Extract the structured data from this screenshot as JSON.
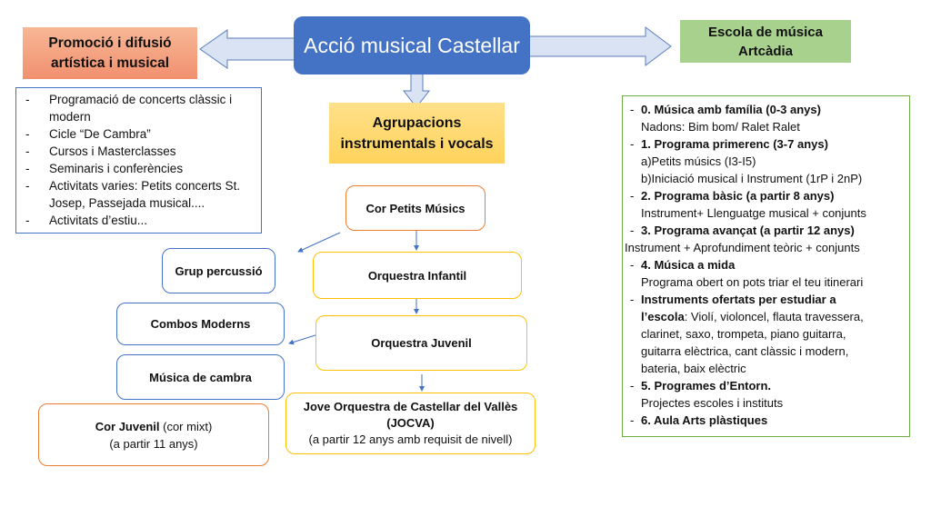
{
  "main": {
    "title": "Acció musical Castellar"
  },
  "promocio": {
    "title_line1": "Promoció i difusió",
    "title_line2": "artística i musical",
    "items": [
      "Programació de concerts clàssic i modern",
      "Cicle “De Cambra”",
      "Cursos i Masterclasses",
      "Seminaris i conferències",
      "Activitats varies: Petits concerts St. Josep, Passejada musical....",
      "Activitats d’estiu..."
    ]
  },
  "agrupacions": {
    "title_line1": "Agrupacions",
    "title_line2": "instrumentals i vocals",
    "nodes": {
      "cor_petits": "Cor Petits Músics",
      "percussio": "Grup percussió",
      "infantil": "Orquestra Infantil",
      "combos": "Combos Moderns",
      "juvenil": "Orquestra Juvenil",
      "cambra": "Música de cambra",
      "jove_line1": "Jove Orquestra de Castellar del Vallès",
      "jove_line2": "(JOCVA)",
      "jove_line3": "(a partir 12 anys amb requisit de nivell)",
      "cor_juvenil_line1": "Cor Juvenil",
      "cor_juvenil_line1b": " (cor mixt)",
      "cor_juvenil_line2": "(a partir 11 anys)"
    }
  },
  "escola": {
    "title_line1": "Escola de música",
    "title_line2": "Artcàdia",
    "items": [
      {
        "title": "0. Música amb família (0-3 anys)",
        "lines": [
          "Nadons: Bim bom/ Ralet Ralet"
        ]
      },
      {
        "title": "1. Programa primerenc (3-7 anys)",
        "lines": [
          "a)Petits músics (I3-I5)",
          "b)Iniciació musical i Instrument (1rP i 2nP)"
        ]
      },
      {
        "title": "2. Programa bàsic (a partir 8 anys)",
        "lines": [
          "Instrument+ Llenguatge musical + conjunts"
        ]
      },
      {
        "title": "3. Programa avançat (a partir 12 anys)",
        "lines": [
          "Instrument + Aprofundiment teòric + conjunts"
        ]
      },
      {
        "title": "4. Música a mida",
        "lines": [
          "Programa obert on pots triar el teu itinerari"
        ]
      },
      {
        "title": "Instruments ofertats per estudiar a",
        "title2": "l’escola",
        "rest": ": Violí, violoncel, flauta travessera,",
        "lines": [
          "clarinet, saxo, trompeta, piano guitarra,",
          "guitarra elèctrica, cant clàssic i modern,",
          "bateria, baix elèctric"
        ]
      },
      {
        "title": "5. Programes d’Entorn.",
        "lines": [
          "Projectes escoles i instituts"
        ]
      },
      {
        "title": "6. Aula Arts plàstiques",
        "lines": []
      }
    ]
  },
  "colors": {
    "main": "#4472c4",
    "promocio": "#f4a582",
    "escola": "#a9d18e",
    "agrupacions": "#ffd966",
    "arrow_fill": "#dae3f3"
  }
}
